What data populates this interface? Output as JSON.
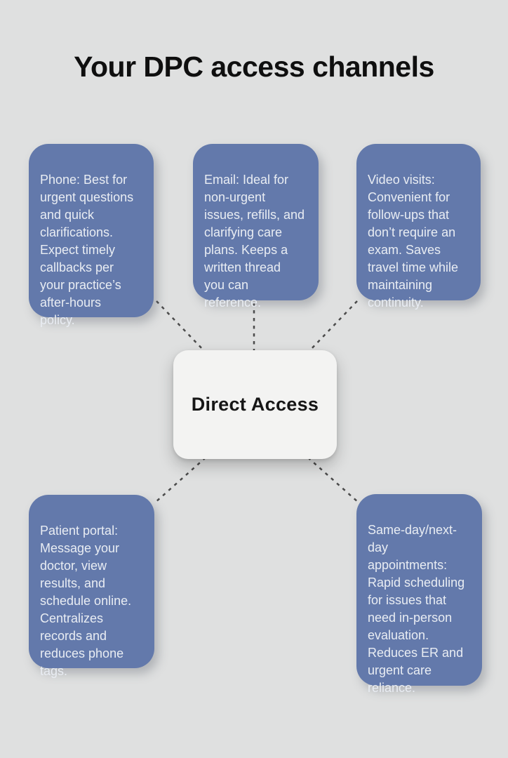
{
  "title": "Your DPC access channels",
  "center": {
    "label": "Direct Access"
  },
  "nodes": [
    {
      "id": "phone",
      "text": "Phone: Best for\nurgent questions\nand quick\nclarifications.\nExpect timely\ncallbacks per\nyour practice’s\nafter-hours\npolicy."
    },
    {
      "id": "email",
      "text": "Email: Ideal for\nnon-urgent\nissues, refills, and\nclarifying care\nplans. Keeps a\nwritten thread\nyou can\nreference."
    },
    {
      "id": "video",
      "text": "Video visits:\nConvenient for\nfollow-ups that\ndon’t require an\nexam. Saves\ntravel time while\nmaintaining\ncontinuity."
    },
    {
      "id": "portal",
      "text": "Patient portal:\nMessage your\ndoctor, view\nresults, and\nschedule online.\nCentralizes\nrecords and\nreduces phone\ntags."
    },
    {
      "id": "sameday",
      "text": "Same-day/next-\nday\nappointments:\nRapid scheduling\nfor issues that\nneed in-person\nevaluation.\nReduces ER and\nurgent care\nreliance."
    }
  ],
  "colors": {
    "background": "#dfe0e0",
    "node_fill": "#6379ab",
    "node_text": "#e9edf3",
    "center_fill": "#f3f3f2",
    "center_text": "#161616",
    "connector": "#4b4b4b",
    "title_text": "#0f0f0f"
  }
}
